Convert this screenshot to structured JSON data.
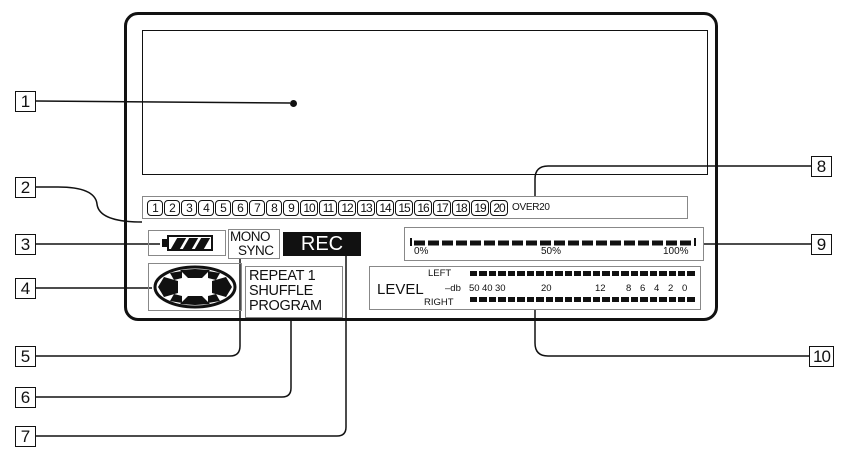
{
  "callouts": [
    "1",
    "2",
    "3",
    "4",
    "5",
    "6",
    "7",
    "8",
    "9",
    "10"
  ],
  "tracks": [
    "1",
    "2",
    "3",
    "4",
    "5",
    "6",
    "7",
    "8",
    "9",
    "10",
    "11",
    "12",
    "13",
    "14",
    "15",
    "16",
    "17",
    "18",
    "19",
    "20"
  ],
  "over_label": "OVER20",
  "mono_label": "MONO",
  "sync_label": "SYNC",
  "rec_label": "REC",
  "modes": [
    "REPEAT 1",
    "SHUFFLE",
    "PROGRAM"
  ],
  "progress_ticks": [
    "0%",
    "50%",
    "100%"
  ],
  "level": {
    "label": "LEVEL",
    "left": "LEFT",
    "right": "RIGHT",
    "db": "–db",
    "scale": [
      "50",
      "40",
      "30",
      "20",
      "12",
      "8",
      "6",
      "4",
      "2",
      "0"
    ]
  },
  "colors": {
    "ink": "#111111",
    "frame": "#888888",
    "background": "#ffffff"
  }
}
